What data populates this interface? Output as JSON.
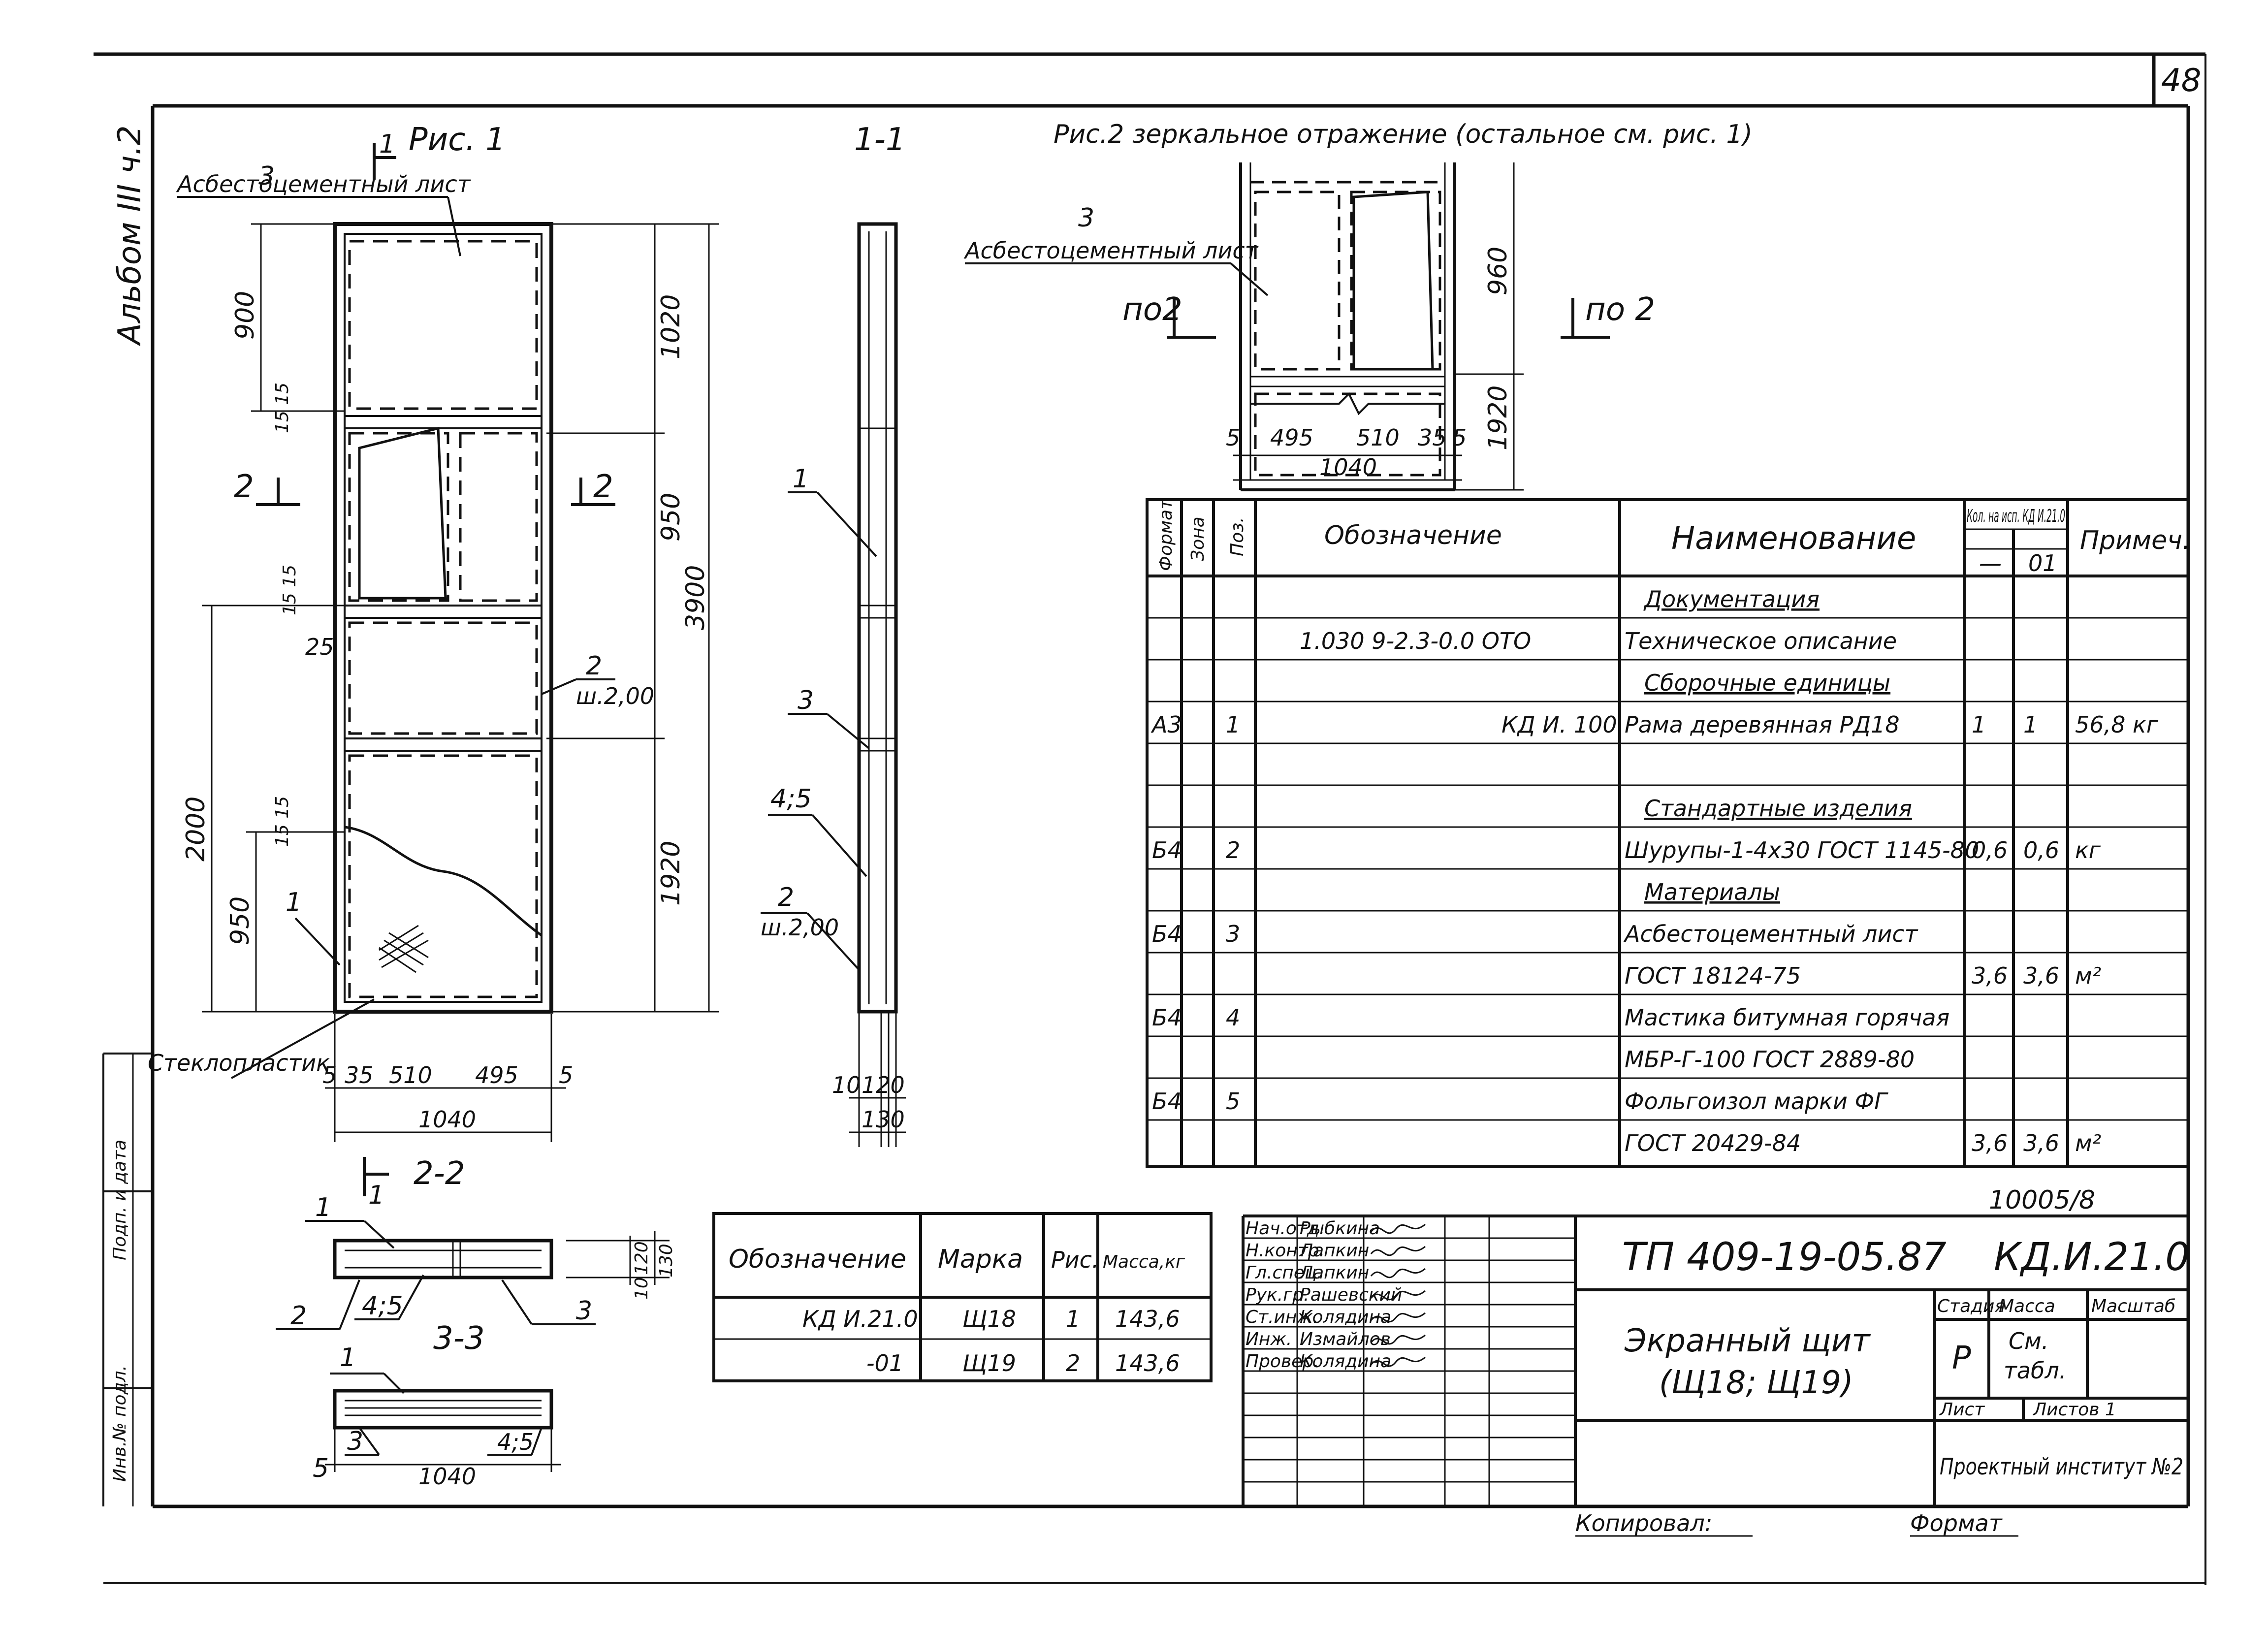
{
  "sheet": {
    "number": "48",
    "album": "Альбом III ч.2",
    "copied": "Копировал:",
    "format": "Формат",
    "inv": "10005/8"
  },
  "side": {
    "inv_no": "Инв.№ подл.",
    "sign": "Подп. и дата"
  },
  "fig1": {
    "title": "Рис. 1",
    "section_mark": "1",
    "label_asb": "Асбестоцементный лист",
    "pos3": "3",
    "pos1": "1",
    "pos2": "2",
    "glass_label": "Стеклопластик",
    "sec2": "2",
    "dims_left": [
      "900",
      "15 15",
      "15 15",
      "25",
      "15 15",
      "2000",
      "950"
    ],
    "dims_right": [
      "1020",
      "950",
      "3900",
      "1920"
    ],
    "screw": "ш.2,00",
    "bottom_dims": [
      "5",
      "35",
      "510",
      "495",
      "5"
    ],
    "width": "1040"
  },
  "sec11": {
    "title": "1-1",
    "p1": "1",
    "p3": "3",
    "p45": "4;5",
    "p2": "2",
    "screw": "ш.2,00",
    "d1": "10",
    "d2": "120",
    "d3": "130"
  },
  "sec22": {
    "title": "2-2",
    "mark": "1",
    "p1": "1",
    "p2": "2",
    "p45": "4;5",
    "p3": "3",
    "d1": "120",
    "d2": "10",
    "d3": "130"
  },
  "sec33": {
    "title": "3-3",
    "p1": "1",
    "p3": "3",
    "p45": "4;5",
    "p5": "5",
    "width": "1040"
  },
  "fig2": {
    "title": "Рис.2 зеркальное отражение (остальное см. рис. 1)",
    "pos3": "3",
    "label_asb": "Асбестоцементный лист",
    "left_mark": "по2",
    "right_mark": "по 2",
    "dims": [
      "960",
      "1920"
    ],
    "bottom_dims": [
      "5",
      "495",
      "510",
      "35",
      "5"
    ],
    "width": "1040"
  },
  "spec": {
    "headers": {
      "format": "Формат",
      "zone": "Зона",
      "pos": "Поз.",
      "designation": "Обозначение",
      "name": "Наименование",
      "qty": "Кол. на исп. КД И.21.0",
      "qty_a": "—",
      "qty_b": "01",
      "note": "Примеч."
    },
    "rows": [
      {
        "format": "",
        "zone": "",
        "pos": "",
        "designation": "",
        "name": "Документация",
        "heading": true,
        "q1": "",
        "q2": "",
        "note": ""
      },
      {
        "format": "",
        "zone": "",
        "pos": "",
        "designation": "1.030 9-2.3-0.0 ОТО",
        "name": "Техническое описание",
        "heading": false,
        "q1": "",
        "q2": "",
        "note": ""
      },
      {
        "format": "",
        "zone": "",
        "pos": "",
        "designation": "",
        "name": "Сборочные единицы",
        "heading": true,
        "q1": "",
        "q2": "",
        "note": ""
      },
      {
        "format": "А3",
        "zone": "",
        "pos": "1",
        "designation": "КД И. 100",
        "name": "Рама деревянная РД18",
        "heading": false,
        "q1": "1",
        "q2": "1",
        "note": "56,8 кг"
      },
      {
        "format": "",
        "zone": "",
        "pos": "",
        "designation": "",
        "name": "",
        "heading": false,
        "q1": "",
        "q2": "",
        "note": ""
      },
      {
        "format": "",
        "zone": "",
        "pos": "",
        "designation": "",
        "name": "Стандартные изделия",
        "heading": true,
        "q1": "",
        "q2": "",
        "note": ""
      },
      {
        "format": "Б4",
        "zone": "",
        "pos": "2",
        "designation": "",
        "name": "Шурупы-1-4х30 ГОСТ 1145-80",
        "heading": false,
        "q1": "0,6",
        "q2": "0,6",
        "note": "кг"
      },
      {
        "format": "",
        "zone": "",
        "pos": "",
        "designation": "",
        "name": "Материалы",
        "heading": true,
        "q1": "",
        "q2": "",
        "note": ""
      },
      {
        "format": "Б4",
        "zone": "",
        "pos": "3",
        "designation": "",
        "name": "Асбестоцементный лист",
        "heading": false,
        "q1": "",
        "q2": "",
        "note": ""
      },
      {
        "format": "",
        "zone": "",
        "pos": "",
        "designation": "",
        "name": "ГОСТ 18124-75",
        "heading": false,
        "q1": "3,6",
        "q2": "3,6",
        "note": "м²"
      },
      {
        "format": "Б4",
        "zone": "",
        "pos": "4",
        "designation": "",
        "name": "Мастика битумная горячая",
        "heading": false,
        "q1": "",
        "q2": "",
        "note": ""
      },
      {
        "format": "",
        "zone": "",
        "pos": "",
        "designation": "",
        "name": "МБР-Г-100 ГОСТ 2889-80",
        "heading": false,
        "q1": "",
        "q2": "",
        "note": ""
      },
      {
        "format": "Б4",
        "zone": "",
        "pos": "5",
        "designation": "",
        "name": "Фольгоизол марки ФГ",
        "heading": false,
        "q1": "",
        "q2": "",
        "note": ""
      },
      {
        "format": "",
        "zone": "",
        "pos": "",
        "designation": "",
        "name": "ГОСТ 20429-84",
        "heading": false,
        "q1": "3,6",
        "q2": "3,6",
        "note": "м²"
      }
    ]
  },
  "marks": {
    "headers": {
      "designation": "Обозначение",
      "mark": "Марка",
      "fig": "Рис.",
      "mass": "Масса,кг"
    },
    "rows": [
      {
        "designation": "КД И.21.0",
        "mark": "Щ18",
        "fig": "1",
        "mass": "143,6"
      },
      {
        "designation": "-01",
        "mark": "Щ19",
        "fig": "2",
        "mass": "143,6"
      }
    ]
  },
  "stamp": {
    "people": [
      {
        "role": "Нач.отд.",
        "name": "Рыбкина"
      },
      {
        "role": "Н.контр.",
        "name": "Лапкин"
      },
      {
        "role": "Гл.спец.",
        "name": "Лапкин"
      },
      {
        "role": "Рук.гр.",
        "name": "Рашевский"
      },
      {
        "role": "Ст.инж.",
        "name": "Колядина"
      },
      {
        "role": "Инж.",
        "name": "Измайлов"
      },
      {
        "role": "Провер.",
        "name": "Колядина"
      }
    ],
    "project": "ТП 409-19-05.87",
    "code": "КД.И.21.0",
    "title_line1": "Экранный щит",
    "title_line2": "(Щ18; Щ19)",
    "stage_h": "Стадия",
    "mass_h": "Масса",
    "scale_h": "Масштаб",
    "stage": "Р",
    "mass_line1": "См.",
    "mass_line2": "табл.",
    "sheet_h": "Лист",
    "sheets_h": "Листов 1",
    "institute": "Проектный институт №2"
  }
}
